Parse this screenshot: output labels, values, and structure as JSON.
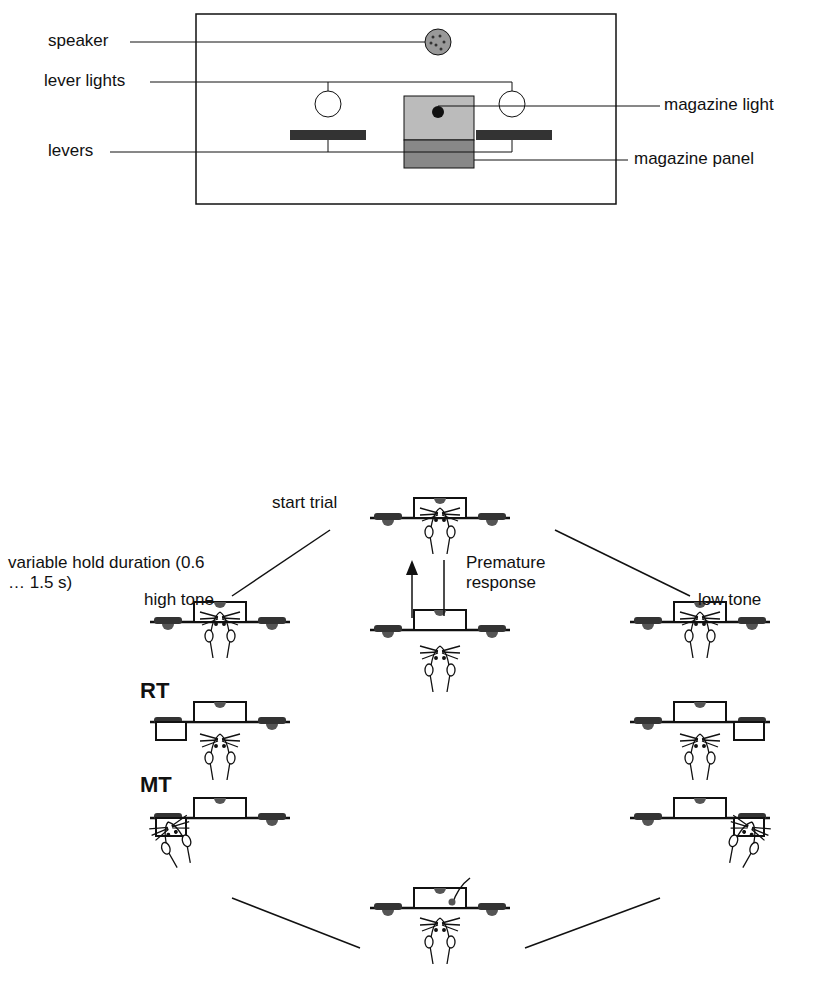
{
  "diagram": {
    "labels": [
      "speaker",
      "lever lights",
      "magazine light",
      "levers",
      "magazine panel",
      "start trial",
      "variable hold duration (0.6 … 1.5 s)",
      "Premature response",
      "high tone",
      "low tone",
      "RT",
      "MT"
    ]
  }
}
